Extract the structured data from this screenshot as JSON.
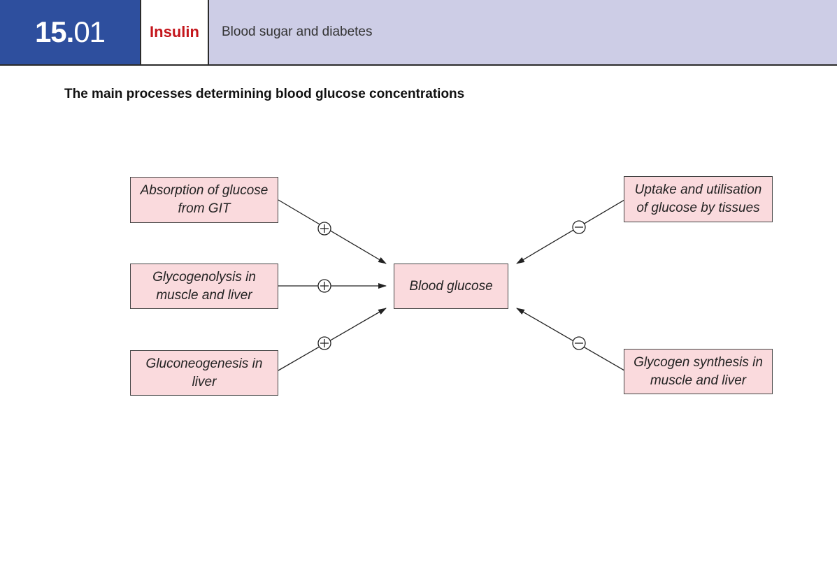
{
  "header": {
    "section_number_major": "15.",
    "section_number_minor": "01",
    "topic": "Insulin",
    "subtitle": "Blood sugar and diabetes"
  },
  "title": "The main processes determining blood glucose concentrations",
  "diagram": {
    "center": "Blood glucose",
    "inputs": [
      {
        "label": "Absorption of glucose from GIT",
        "sign": "+"
      },
      {
        "label": "Glycogenolysis in muscle and liver",
        "sign": "+"
      },
      {
        "label": "Gluconeogenesis in liver",
        "sign": "+"
      }
    ],
    "outputs": [
      {
        "label": "Uptake and utilisation of glucose by tissues",
        "sign": "−"
      },
      {
        "label": "Glycogen synthesis in muscle and liver",
        "sign": "−"
      }
    ]
  },
  "colors": {
    "header_blue": "#2e4f9e",
    "header_lavender": "#cdcde6",
    "topic_red": "#c4161c",
    "box_fill": "#fadadd"
  }
}
